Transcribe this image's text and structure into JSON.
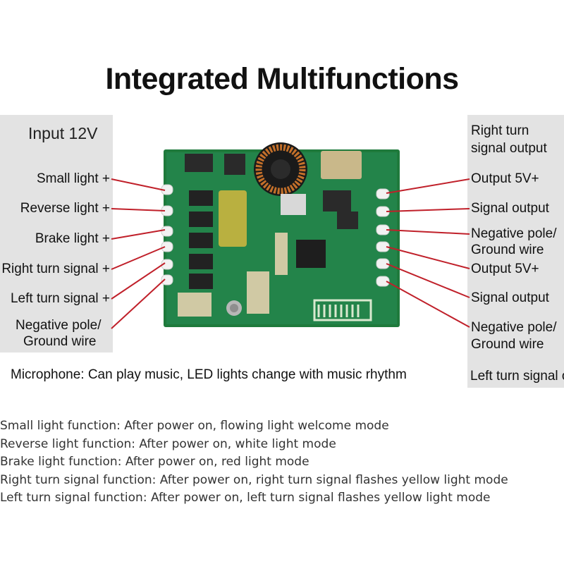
{
  "title": "Integrated Multifunctions",
  "input_label": "Input 12V",
  "left_labels": [
    "Small light +",
    "Reverse light +",
    "Brake light +",
    "Right turn signal +",
    "Left turn signal +",
    "Negative pole/",
    "Ground wire"
  ],
  "right_labels": [
    "Right turn",
    "signal output",
    "Output 5V+",
    "Signal output",
    "Negative pole/",
    "Ground wire",
    "Output 5V+",
    "Signal output",
    "Negative pole/",
    "Ground wire",
    "Left turn signal o"
  ],
  "microphone_note": "Microphone: Can play music, LED lights change with music rhythm",
  "functions": [
    "Small light function: After power on, flowing light welcome mode",
    "Reverse light function: After power on, white light mode",
    "Brake light function: After power on, red light mode",
    "Right turn signal function: After power on, right turn signal flashes yellow light mode",
    "Left turn signal function: After power on, left turn signal flashes yellow light mode"
  ],
  "colors": {
    "board": "#1f7a3c",
    "leader_line": "#c0202a",
    "panel": "#e3e3e3"
  }
}
